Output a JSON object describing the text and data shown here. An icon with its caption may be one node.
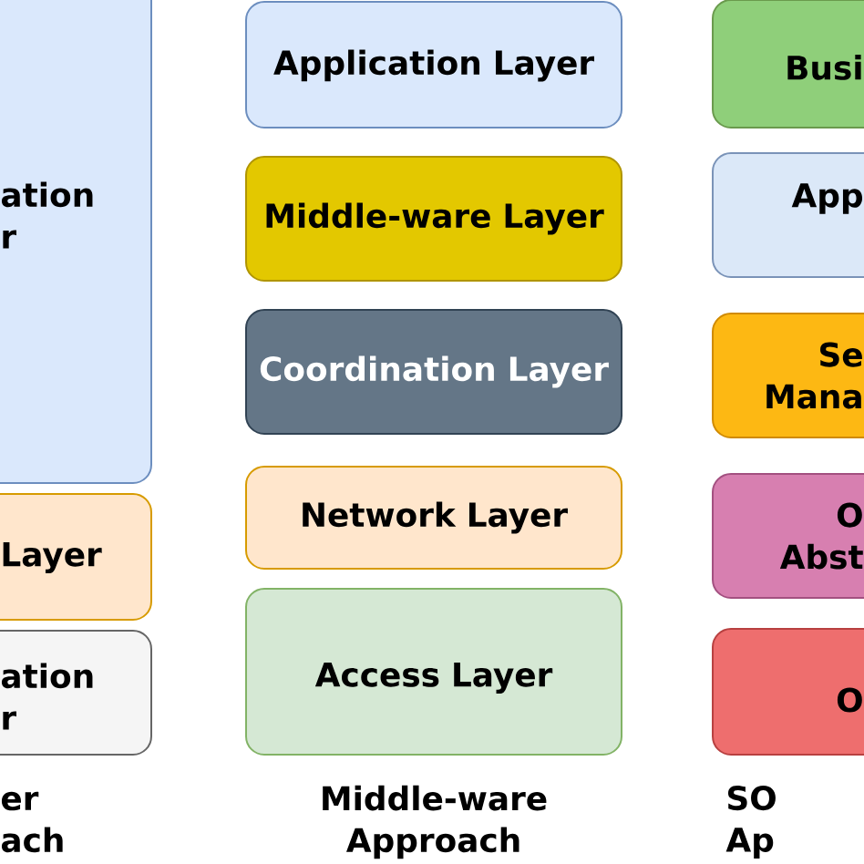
{
  "diagram": {
    "nodes": [
      {
        "text": [
          "ation r"
        ]
      },
      {
        "text": [
          "Layer"
        ]
      },
      {
        "text": [
          "ation r"
        ]
      },
      {
        "text": [
          "Application Layer"
        ]
      },
      {
        "text": [
          "Middle-ware Layer"
        ]
      },
      {
        "text": [
          "Coordination Layer"
        ]
      },
      {
        "text": [
          "Network Layer"
        ]
      },
      {
        "text": [
          "Access Layer"
        ]
      },
      {
        "text": [
          "Busi"
        ]
      },
      {
        "text": [
          "App"
        ]
      },
      {
        "text": [
          "Se Mana"
        ]
      },
      {
        "text": [
          "O Abst"
        ]
      },
      {
        "text": [
          "O"
        ]
      }
    ],
    "labels": [
      "er ach",
      "Middle-ware Approach",
      "SO Ap"
    ]
  }
}
